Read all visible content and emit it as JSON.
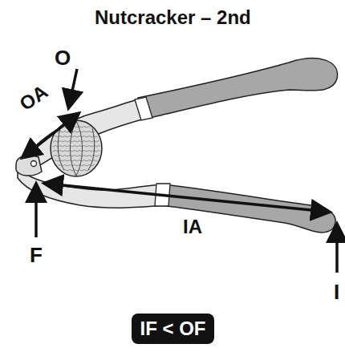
{
  "diagram": {
    "title": "Nutcracker – 2nd",
    "nodes": [
      {
        "text": [
          "IF < OF"
        ]
      }
    ],
    "labels": [
      "O",
      "OA",
      "F",
      "IA",
      "I"
    ]
  }
}
